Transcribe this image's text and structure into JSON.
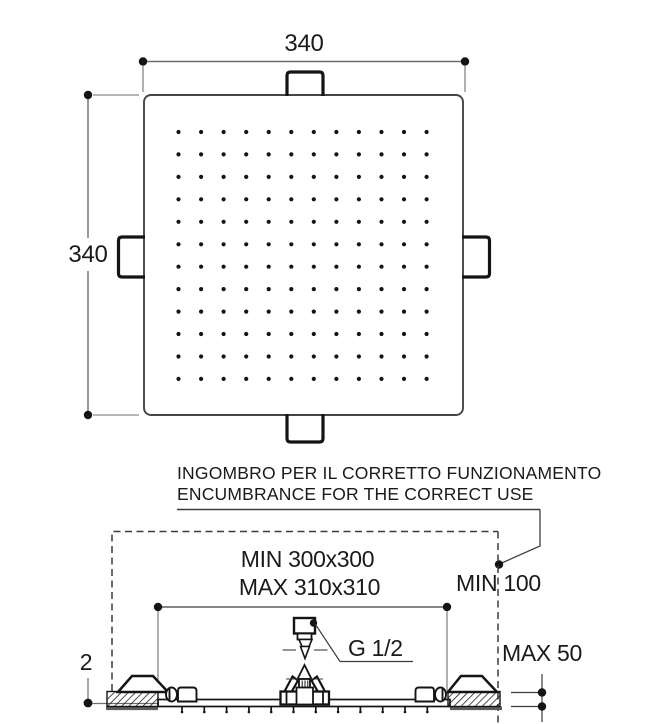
{
  "note": {
    "line1": "INGOMBRO PER IL CORRETTO FUNZIONAMENTO",
    "line2": "ENCUMBRANCE FOR THE CORRECT USE"
  },
  "plan_view": {
    "width_label": "340",
    "height_label": "340",
    "nozzles": {
      "rows": 12,
      "cols": 12
    }
  },
  "section_view": {
    "recess_min_label": "MIN 300x300",
    "recess_max_label": "MAX 310x310",
    "clearance_label": "MIN 100",
    "connection_label": "G 1/2",
    "ceiling_thickness_label": "MAX 50",
    "plate_edge_label": "2",
    "nozzle_ticks": 12
  },
  "colors": {
    "part_line": "#141414",
    "dim_line": "#6e6e6e",
    "text": "#1a1a1a",
    "background": "#ffffff"
  }
}
